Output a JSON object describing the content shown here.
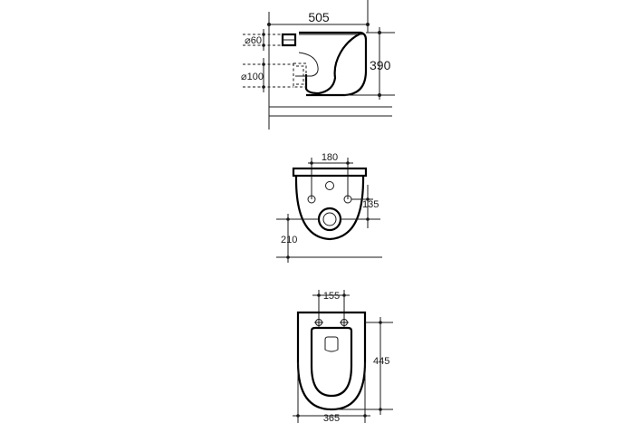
{
  "side_view": {
    "overall_length": "505",
    "total_height": "390",
    "inlet_diameter": "⌀60",
    "outlet_diameter": "⌀100"
  },
  "rear_view": {
    "fixing_spacing": "180",
    "fixing_to_outlet": "135",
    "outlet_height": "210"
  },
  "top_view": {
    "hole_spacing": "155",
    "seat_length": "445",
    "bowl_width": "365"
  }
}
